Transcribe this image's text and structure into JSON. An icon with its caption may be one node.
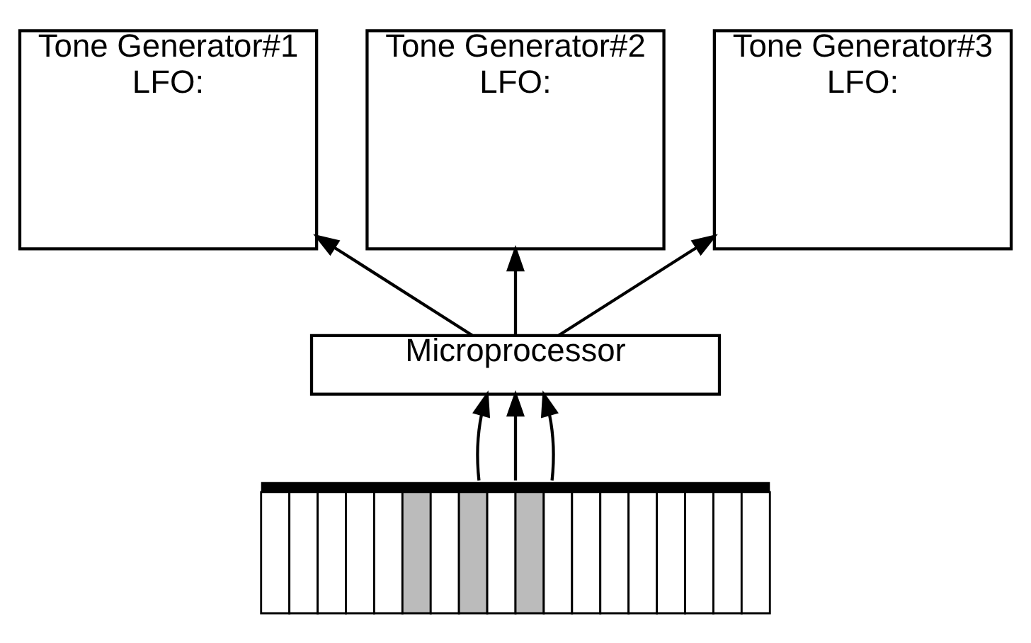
{
  "diagram": {
    "nodes": [
      {
        "text": [
          "Tone Generator#1",
          "LFO:"
        ]
      },
      {
        "text": [
          "Tone Generator#2",
          "LFO:"
        ]
      },
      {
        "text": [
          "Tone Generator#3",
          "LFO:"
        ]
      },
      {
        "text": [
          "Microprocessor"
        ]
      },
      {
        "text": [],
        "shape": "picture"
      }
    ],
    "edges": [
      {
        "from": 3,
        "to": 0,
        "arrow": "to"
      },
      {
        "from": 3,
        "to": 1,
        "arrow": "to"
      },
      {
        "from": 3,
        "to": 2,
        "arrow": "to"
      },
      {
        "from": 4,
        "to": 3,
        "arrow": "to"
      },
      {
        "from": 4,
        "to": 3,
        "arrow": "to"
      },
      {
        "from": 4,
        "to": 3,
        "arrow": "to"
      }
    ]
  }
}
